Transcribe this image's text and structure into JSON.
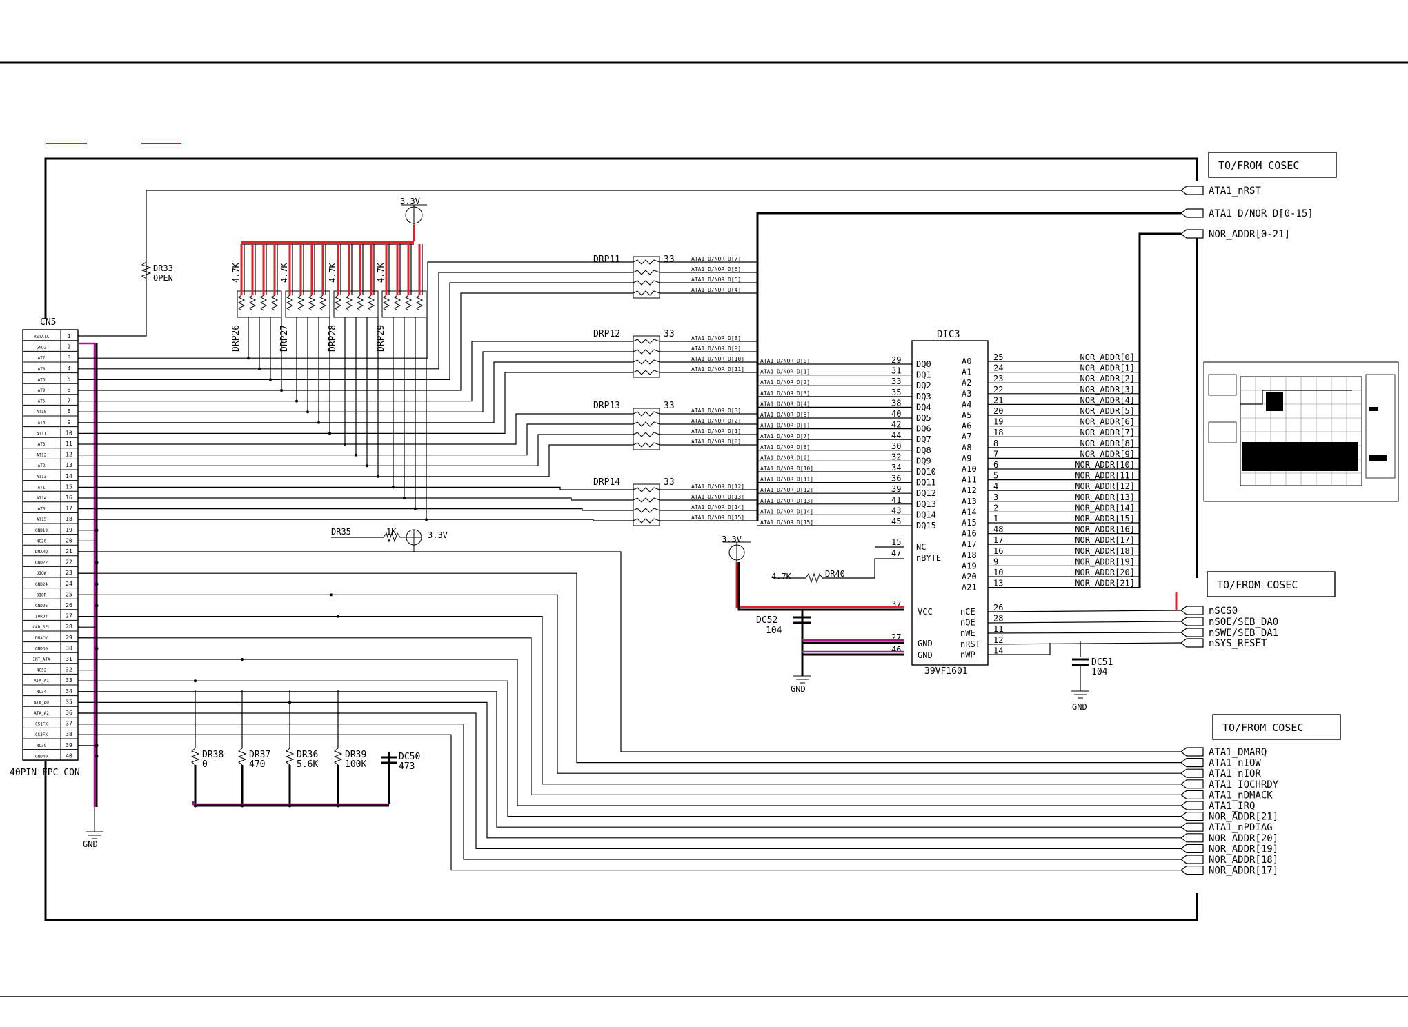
{
  "cosec_headers": [
    "TO/FROM COSEC",
    "TO/FROM COSEC",
    "TO/FROM COSEC"
  ],
  "top_ports": [
    "ATA1_nRST",
    "ATA1_D/NOR_D[0-15]",
    "NOR_ADDR[0-21]"
  ],
  "ctrl_ports": [
    "nSCS0",
    "nSOE/SEB_DA0",
    "nSWE/SEB_DA1",
    "nSYS_RESET"
  ],
  "bottom_ports": [
    "ATA1_DMARQ",
    "ATA1_nIOW",
    "ATA1_nIOR",
    "ATA1_IOCHRDY",
    "ATA1_nDMACK",
    "ATA1_IRQ",
    "NOR_ADDR[21]",
    "ATA1_nPDIAG",
    "NOR_ADDR[20]",
    "NOR_ADDR[19]",
    "NOR_ADDR[18]",
    "NOR_ADDR[17]"
  ],
  "connector": {
    "ref": "CN5",
    "name": "40PIN_FPC_CON",
    "pins": [
      "1",
      "2",
      "3",
      "4",
      "5",
      "6",
      "7",
      "8",
      "9",
      "10",
      "11",
      "12",
      "13",
      "14",
      "15",
      "16",
      "17",
      "18",
      "19",
      "20",
      "21",
      "22",
      "23",
      "24",
      "25",
      "26",
      "27",
      "28",
      "29",
      "30",
      "31",
      "32",
      "33",
      "34",
      "35",
      "36",
      "37",
      "38",
      "39",
      "40"
    ],
    "signals": [
      "RSTATA",
      "GND2",
      "AT7",
      "AT8",
      "AT6",
      "AT9",
      "AT5",
      "AT10",
      "AT4",
      "AT11",
      "AT3",
      "AT12",
      "AT2",
      "AT13",
      "AT1",
      "AT14",
      "AT0",
      "AT15",
      "GND19",
      "NC20",
      "DMARQ",
      "GND22",
      "DIOW",
      "GND24",
      "DIOR",
      "GND26",
      "IORDY",
      "CAD_SEL",
      "DMACK",
      "GND30",
      "INT_ATA",
      "NC32",
      "ATA_A1",
      "NC34",
      "ATA_A0",
      "ATA_A2",
      "CS1FX",
      "CS3FX",
      "NC39",
      "GND40"
    ]
  },
  "resistors": {
    "dr33": {
      "ref": "DR33",
      "value": "OPEN"
    },
    "dr35": {
      "ref": "DR35",
      "value": "1K"
    },
    "dr40": {
      "ref": "DR40",
      "value": "4.7K"
    },
    "bottom": [
      {
        "ref": "DR38",
        "value": "0"
      },
      {
        "ref": "DR37",
        "value": "470"
      },
      {
        "ref": "DR36",
        "value": "5.6K"
      },
      {
        "ref": "DR39",
        "value": "100K"
      }
    ]
  },
  "pullup_arrays": [
    {
      "ref": "DRP26",
      "value": "4.7K"
    },
    {
      "ref": "DRP27",
      "value": "4.7K"
    },
    {
      "ref": "DRP28",
      "value": "4.7K"
    },
    {
      "ref": "DRP29",
      "value": "4.7K"
    }
  ],
  "series_arrays": [
    {
      "ref": "DRP11",
      "value": "33",
      "nets": [
        "ATA1_D/NOR_D[7]",
        "ATA1_D/NOR_D[6]",
        "ATA1_D/NOR_D[5]",
        "ATA1_D/NOR_D[4]"
      ]
    },
    {
      "ref": "DRP12",
      "value": "33",
      "nets": [
        "ATA1_D/NOR_D[8]",
        "ATA1_D/NOR_D[9]",
        "ATA1_D/NOR_D[10]",
        "ATA1_D/NOR_D[11]"
      ]
    },
    {
      "ref": "DRP13",
      "value": "33",
      "nets": [
        "ATA1_D/NOR_D[3]",
        "ATA1_D/NOR_D[2]",
        "ATA1_D/NOR_D[1]",
        "ATA1_D/NOR_D[0]"
      ]
    },
    {
      "ref": "DRP14",
      "value": "33",
      "nets": [
        "ATA1_D/NOR_D[12]",
        "ATA1_D/NOR_D[13]",
        "ATA1_D/NOR_D[14]",
        "ATA1_D/NOR_D[15]"
      ]
    }
  ],
  "dnets": [
    "ATA1_D/NOR_D[0]",
    "ATA1_D/NOR_D[1]",
    "ATA1_D/NOR_D[2]",
    "ATA1_D/NOR_D[3]",
    "ATA1_D/NOR_D[4]",
    "ATA1_D/NOR_D[5]",
    "ATA1_D/NOR_D[6]",
    "ATA1_D/NOR_D[7]",
    "ATA1_D/NOR_D[8]",
    "ATA1_D/NOR_D[9]",
    "ATA1_D/NOR_D[10]",
    "ATA1_D/NOR_D[11]",
    "ATA1_D/NOR_D[12]",
    "ATA1_D/NOR_D[13]",
    "ATA1_D/NOR_D[14]",
    "ATA1_D/NOR_D[15]"
  ],
  "chip": {
    "ref": "DIC3",
    "part": "39VF1601",
    "left_pins": [
      {
        "name": "DQ0",
        "num": "29"
      },
      {
        "name": "DQ1",
        "num": "31"
      },
      {
        "name": "DQ2",
        "num": "33"
      },
      {
        "name": "DQ3",
        "num": "35"
      },
      {
        "name": "DQ4",
        "num": "38"
      },
      {
        "name": "DQ5",
        "num": "40"
      },
      {
        "name": "DQ6",
        "num": "42"
      },
      {
        "name": "DQ7",
        "num": "44"
      },
      {
        "name": "DQ8",
        "num": "30"
      },
      {
        "name": "DQ9",
        "num": "32"
      },
      {
        "name": "DQ10",
        "num": "34"
      },
      {
        "name": "DQ11",
        "num": "36"
      },
      {
        "name": "DQ12",
        "num": "39"
      },
      {
        "name": "DQ13",
        "num": "41"
      },
      {
        "name": "DQ14",
        "num": "43"
      },
      {
        "name": "DQ15",
        "num": "45"
      }
    ],
    "nc": {
      "name": "NC",
      "num": "15"
    },
    "nbyte": {
      "name": "nBYTE",
      "num": "47"
    },
    "vcc": {
      "name": "VCC",
      "num": "37"
    },
    "gnd1": {
      "name": "GND",
      "num": "27"
    },
    "gnd2": {
      "name": "GND",
      "num": "46"
    },
    "addr_pins": [
      {
        "name": "A0",
        "num": "25"
      },
      {
        "name": "A1",
        "num": "24"
      },
      {
        "name": "A2",
        "num": "23"
      },
      {
        "name": "A3",
        "num": "22"
      },
      {
        "name": "A4",
        "num": "21"
      },
      {
        "name": "A5",
        "num": "20"
      },
      {
        "name": "A6",
        "num": "19"
      },
      {
        "name": "A7",
        "num": "18"
      },
      {
        "name": "A8",
        "num": "8"
      },
      {
        "name": "A9",
        "num": "7"
      },
      {
        "name": "A10",
        "num": "6"
      },
      {
        "name": "A11",
        "num": "5"
      },
      {
        "name": "A12",
        "num": "4"
      },
      {
        "name": "A13",
        "num": "3"
      },
      {
        "name": "A14",
        "num": "2"
      },
      {
        "name": "A15",
        "num": "1"
      },
      {
        "name": "A16",
        "num": "48"
      },
      {
        "name": "A17",
        "num": "17"
      },
      {
        "name": "A18",
        "num": "16"
      },
      {
        "name": "A19",
        "num": "9"
      },
      {
        "name": "A20",
        "num": "10"
      },
      {
        "name": "A21",
        "num": "13"
      }
    ],
    "ctrl_pins": [
      {
        "name": "nCE",
        "num": "26"
      },
      {
        "name": "nOE",
        "num": "28"
      },
      {
        "name": "nWE",
        "num": "11"
      },
      {
        "name": "nRST",
        "num": "12"
      },
      {
        "name": "nWP",
        "num": "14"
      }
    ]
  },
  "addr_nets": [
    "NOR_ADDR[0]",
    "NOR_ADDR[1]",
    "NOR_ADDR[2]",
    "NOR_ADDR[3]",
    "NOR_ADDR[4]",
    "NOR_ADDR[5]",
    "NOR_ADDR[6]",
    "NOR_ADDR[7]",
    "NOR_ADDR[8]",
    "NOR_ADDR[9]",
    "NOR_ADDR[10]",
    "NOR_ADDR[11]",
    "NOR_ADDR[12]",
    "NOR_ADDR[13]",
    "NOR_ADDR[14]",
    "NOR_ADDR[15]",
    "NOR_ADDR[16]",
    "NOR_ADDR[17]",
    "NOR_ADDR[18]",
    "NOR_ADDR[19]",
    "NOR_ADDR[20]",
    "NOR_ADDR[21]"
  ],
  "power": {
    "v33_1": "3.3V",
    "v33_2": "3.3V",
    "v33_3": "3.3V",
    "gnd_1": "GND",
    "gnd_2": "GND",
    "gnd_3": "GND"
  },
  "caps": {
    "dc52": {
      "ref": "DC52",
      "value": "104"
    },
    "dc51": {
      "ref": "DC51",
      "value": "104"
    },
    "dc50": {
      "ref": "DC50",
      "value": "473"
    }
  }
}
